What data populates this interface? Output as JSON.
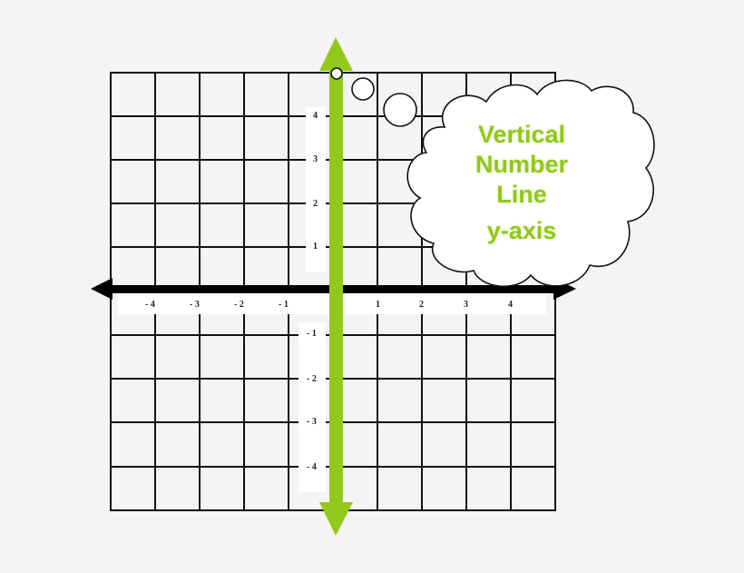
{
  "diagram": {
    "title": "Vertical Number Line y-axis",
    "callout": {
      "lines": [
        "Vertical",
        "Number",
        "Line"
      ],
      "axis_name": "y-axis",
      "text_color": "#92c81a"
    },
    "grid": {
      "columns": 10,
      "rows": 10,
      "line_color": "#111111",
      "background": "#f4f4f4"
    },
    "x_axis": {
      "color": "#000000",
      "tick_labels": [
        "- 4",
        "- 3",
        "- 2",
        "- 1",
        "1",
        "2",
        "3",
        "4"
      ]
    },
    "y_axis": {
      "color": "#92c81a",
      "positive_tick_labels": [
        "4",
        "3",
        "2",
        "1"
      ],
      "negative_tick_labels": [
        "- 1",
        "- 2",
        "- 3",
        "- 4"
      ]
    }
  }
}
